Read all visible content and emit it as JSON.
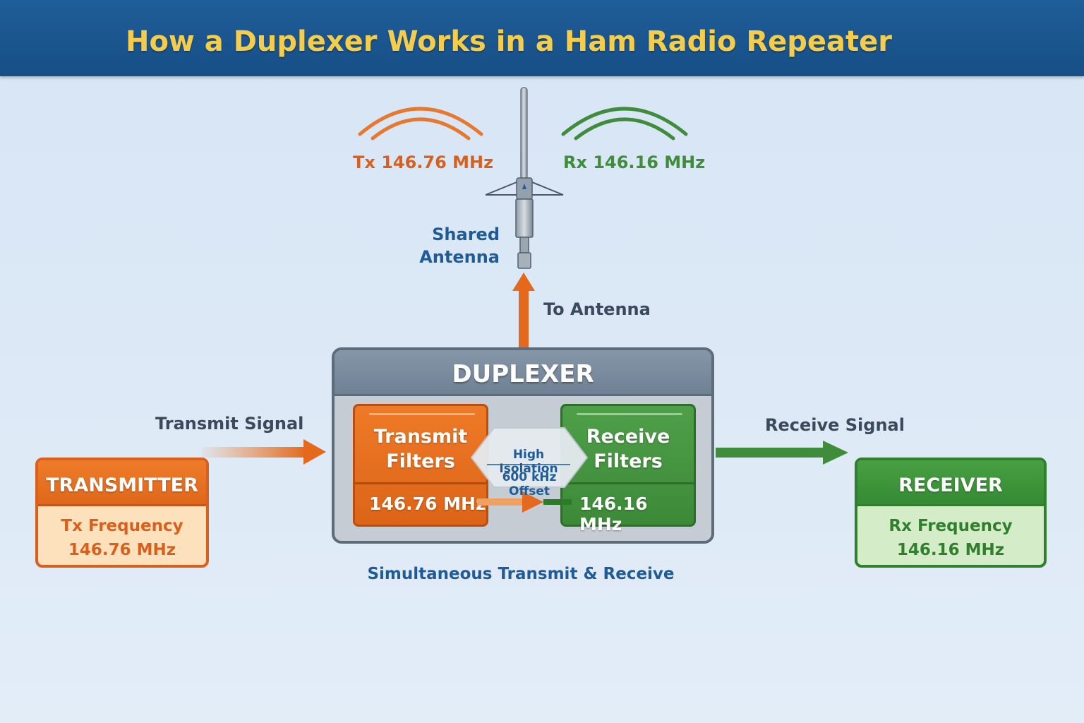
{
  "title": "How a Duplexer Works in a Ham Radio Repeater",
  "antenna": {
    "tx_label": "Tx 146.76 MHz",
    "rx_label": "Rx 146.16 MHz",
    "shared_line1": "Shared",
    "shared_line2": "Antenna",
    "to_antenna": "To Antenna"
  },
  "duplexer": {
    "title": "DUPLEXER",
    "transmit_filter": {
      "line1": "Transmit",
      "line2": "Filters",
      "freq": "146.76 MHz"
    },
    "receive_filter": {
      "line1": "Receive",
      "line2": "Filters",
      "freq": "146.16 MHz"
    },
    "isolation_line1": "High Isolation",
    "isolation_line2": "600 kHz Offset"
  },
  "transmit_signal": "Transmit Signal",
  "receive_signal": "Receive Signal",
  "transmitter": {
    "title": "TRANSMITTER",
    "line1": "Tx Frequency",
    "line2": "146.76 MHz"
  },
  "receiver": {
    "title": "RECEIVER",
    "line1": "Rx Frequency",
    "line2": "146.16 MHz"
  },
  "footer": "Simultaneous Transmit & Receive",
  "colors": {
    "header": "#174f86",
    "title": "#f5cd4c",
    "transmit": "#d9601c",
    "receive": "#3f8c3a",
    "label_blue": "#1f5c97"
  }
}
